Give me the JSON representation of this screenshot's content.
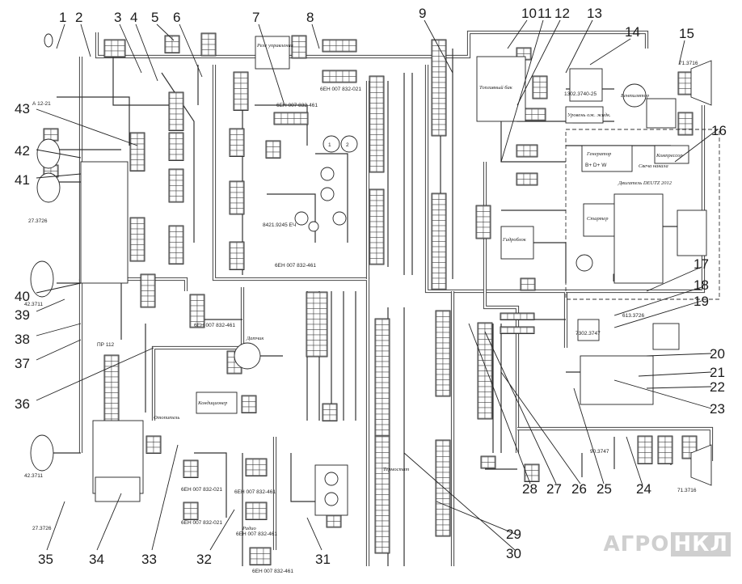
{
  "callouts": [
    "1",
    "2",
    "3",
    "4",
    "5",
    "6",
    "7",
    "8",
    "9",
    "10",
    "11",
    "12",
    "13",
    "14",
    "15",
    "16",
    "17",
    "18",
    "19",
    "20",
    "21",
    "22",
    "23",
    "24",
    "25",
    "26",
    "27",
    "28",
    "29",
    "30",
    "31",
    "32",
    "33",
    "34",
    "35",
    "36",
    "37",
    "38",
    "39",
    "40",
    "41",
    "42",
    "43"
  ],
  "labels": {
    "fuel_tank": "Топливный бак",
    "relay_control": "Реле управления",
    "generator": "Генератор",
    "starter": "Стартер",
    "engine": "Двигатель DEUTZ 2012",
    "glow_plug": "Свеча накала",
    "compressor": "Компрессор",
    "conditioner": "Кондиционер",
    "hydroblock": "Гидроблок",
    "water_level": "Уровень ож. жидк.",
    "heater": "Отопитель",
    "fan": "Вентилятор",
    "sensor_rot": "Датчик",
    "thermostat": "Термостат",
    "radio": "Радио",
    "connector_6pin": "6ЕН 007 832-021",
    "connector_8pin": "6ЕН 007 832-461",
    "sensor_1302": "1302.3740-25",
    "sensor_71": "71.3716",
    "relay_90": "90.3747",
    "relay_7302": "7302.3747",
    "fuse_block": "ПР 112",
    "lamp_33": "А 12-21",
    "motor_27": "27.3726",
    "switch_42": "42.3711",
    "relay_8421": "8421.9245 ЕЧ",
    "relay_6113": "613.3726"
  },
  "logo": {
    "part1": "АГРО",
    "part2": "НКЛ"
  }
}
